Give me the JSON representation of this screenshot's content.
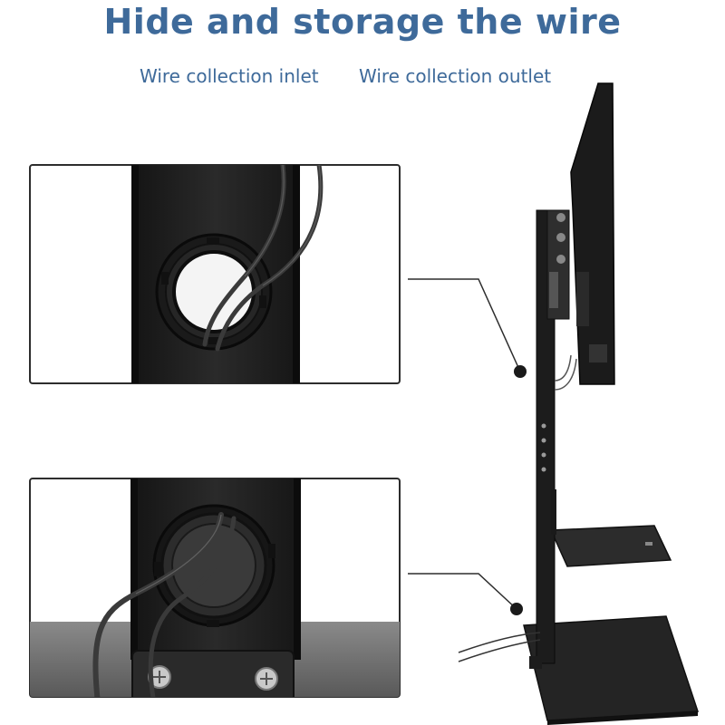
{
  "header": {
    "title": "Hide and storage the wire",
    "label_inlet": "Wire collection inlet",
    "label_outlet": "Wire collection outlet"
  },
  "colors": {
    "title": "#3e6a9a",
    "frame": "#2d2d2d",
    "post": "#1e1e1e",
    "table": "#6a6a6a",
    "cable": "#3a3a3a"
  },
  "icons": {
    "inlet_detail": "cable-hole-closeup",
    "outlet_detail": "cable-hole-closeup-with-screws",
    "stand": "tv-floor-stand-with-shelves"
  }
}
